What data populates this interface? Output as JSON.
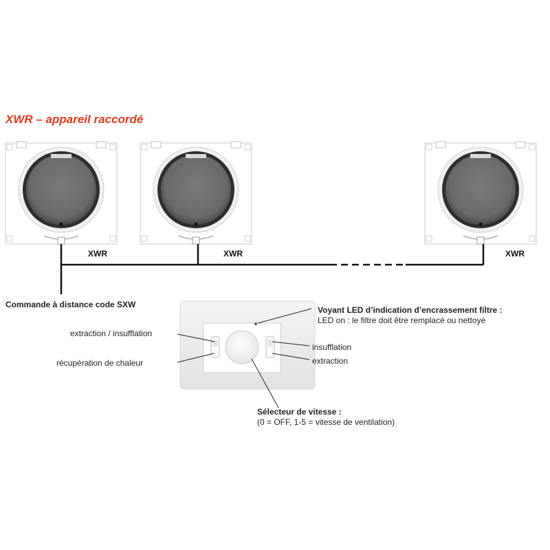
{
  "title": "XWR – appareil raccordé",
  "units": [
    {
      "label": "XWR"
    },
    {
      "label": "XWR"
    },
    {
      "label": "XWR"
    }
  ],
  "remote": {
    "label": "Commande à distance code SXW",
    "left_top": "extraction / insufflation",
    "left_bottom": "récupération de chaleur",
    "right_top": "insufflation",
    "right_bottom": "extraction",
    "led_title": "Voyant LED d’indication d’encrassement filtre :",
    "led_desc": "LED on : le filtre doit être remplacé ou nettoyé",
    "speed_title": "Sélecteur de vitesse :",
    "speed_desc": "(0 = OFF, 1-5 = vitesse de ventilation)"
  },
  "colors": {
    "title": "#e03a1e",
    "wire": "#111111",
    "fan_face": "#6e6e70",
    "plate": "#ffffff"
  },
  "icons": [
    "fan-unit-icon",
    "remote-control-icon",
    "speed-dial-icon",
    "led-indicator-icon",
    "switch-icon"
  ]
}
